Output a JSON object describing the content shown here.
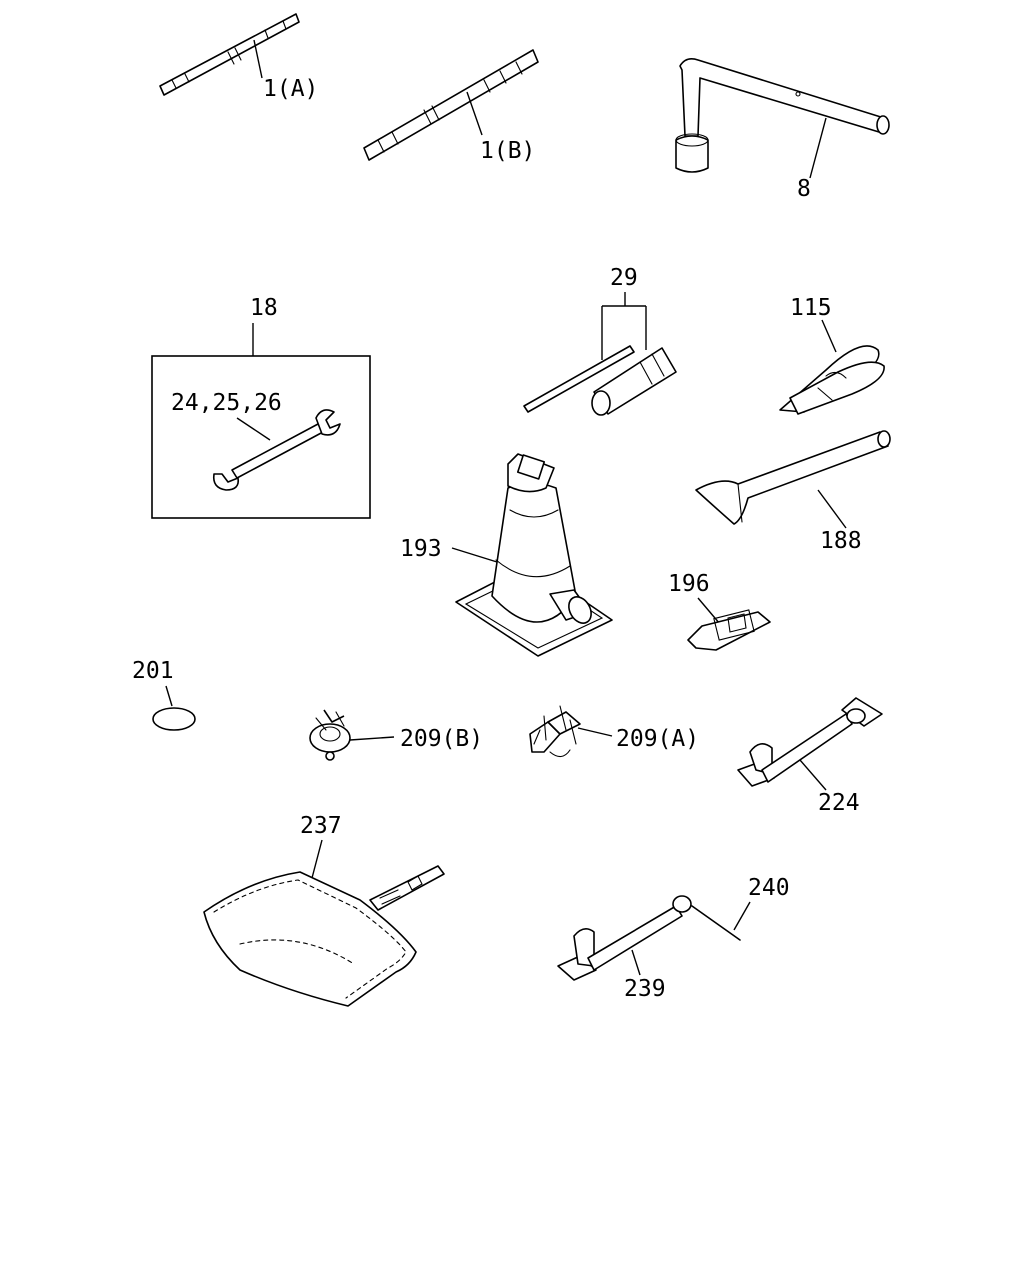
{
  "diagram": {
    "labels": {
      "p1a": "1(A)",
      "p1b": "1(B)",
      "p8": "8",
      "p18": "18",
      "p24": "24,25,26",
      "p29": "29",
      "p115": "115",
      "p188": "188",
      "p193": "193",
      "p196": "196",
      "p201": "201",
      "p209b": "209(B)",
      "p209a": "209(A)",
      "p224": "224",
      "p237": "237",
      "p239": "239",
      "p240": "240"
    }
  }
}
